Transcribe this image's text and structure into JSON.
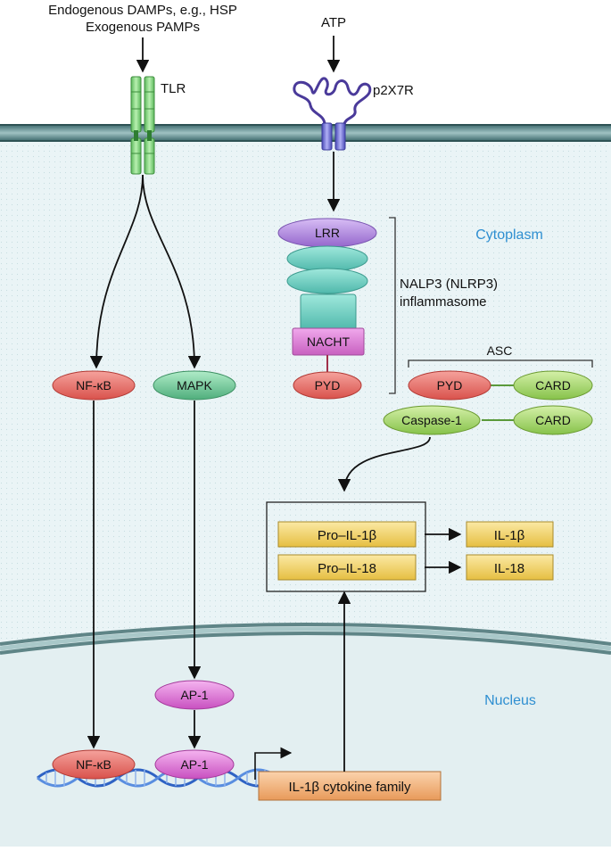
{
  "inputs": {
    "damps_line1": "Endogenous DAMPs, e.g., HSP",
    "damps_line2": "Exogenous PAMPs",
    "atp": "ATP"
  },
  "receptors": {
    "tlr": "TLR",
    "p2x7r": "p2X7R"
  },
  "regions": {
    "cytoplasm": "Cytoplasm",
    "nucleus": "Nucleus"
  },
  "inflammasome": {
    "lrr": "LRR",
    "nacht": "NACHT",
    "pyd": "PYD",
    "label_line1": "NALP3 (NLRP3)",
    "label_line2": "inflammasome"
  },
  "asc": {
    "title": "ASC",
    "pyd": "PYD",
    "card": "CARD"
  },
  "caspase": {
    "name": "Caspase-1",
    "card": "CARD"
  },
  "signaling": {
    "nfkb": "NF-κB",
    "mapk": "MAPK",
    "ap1": "AP-1",
    "nfkb_nuclear": "NF-κB",
    "ap1_nuclear": "AP-1"
  },
  "cytokines": {
    "pro_il1b": "Pro–IL-1β",
    "il1b": "IL-1β",
    "pro_il18": "Pro–IL-18",
    "il18": "IL-18",
    "gene": "IL-1β cytokine family"
  },
  "colors": {
    "cytoplasm": "#eaf4f6",
    "membrane": "#6f9698",
    "tlr_green": "#8ed88e",
    "p2x7_purple": "#7a7ad0",
    "inflammasome_purple": "#b88fe0",
    "inflammasome_teal": "#66ccc0",
    "red_oval": "#e8746f",
    "green_oval": "#a9d873",
    "mapk_green": "#78c99a",
    "magenta_oval": "#e07ad8",
    "yellow_box": "#f3d56c",
    "orange_box": "#f3b780",
    "dna_blue": "#2f63c4",
    "region_label": "#2f8fd1"
  }
}
